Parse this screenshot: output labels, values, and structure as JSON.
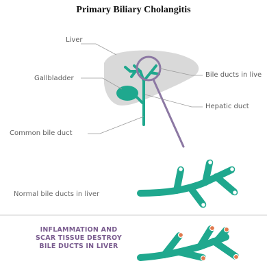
{
  "title": "Primary Biliary Cholangitis",
  "labels": {
    "liver": "Liver",
    "gallbladder": "Gallbladder",
    "bile_ducts_in_liver": "Bile ducts in live",
    "hepatic_duct": "Hepatic duct",
    "common_bile_duct": "Common bile duct"
  },
  "normal_caption": "Normal bile ducts in liver",
  "damage_caption": [
    "INFLAMMATION AND",
    "SCAR TISSUE DESTROY",
    "BILE DUCTS IN LIVER"
  ],
  "colors": {
    "duct_green": "#1fa88e",
    "liver_gray": "#d9d9d9",
    "magnifier_purple": "#8c78a3",
    "warning_text": "#7a5c8f",
    "inflamed_tip": "#e07a4f"
  }
}
